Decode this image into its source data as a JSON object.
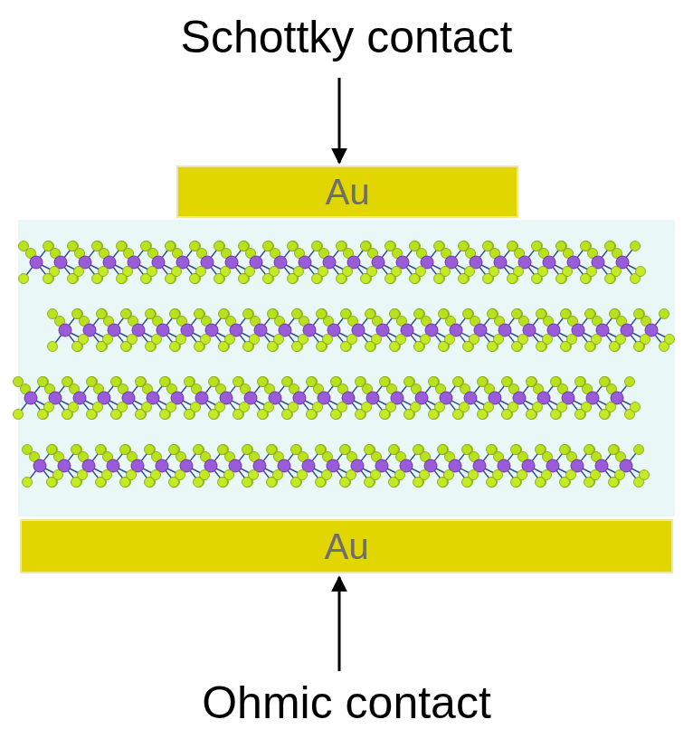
{
  "diagram": {
    "nodes": [
      {
        "text": [
          "Au"
        ]
      },
      {
        "text": [
          "Au"
        ]
      }
    ],
    "labels": [
      "Schottky contact",
      "Ohmic contact"
    ]
  }
}
